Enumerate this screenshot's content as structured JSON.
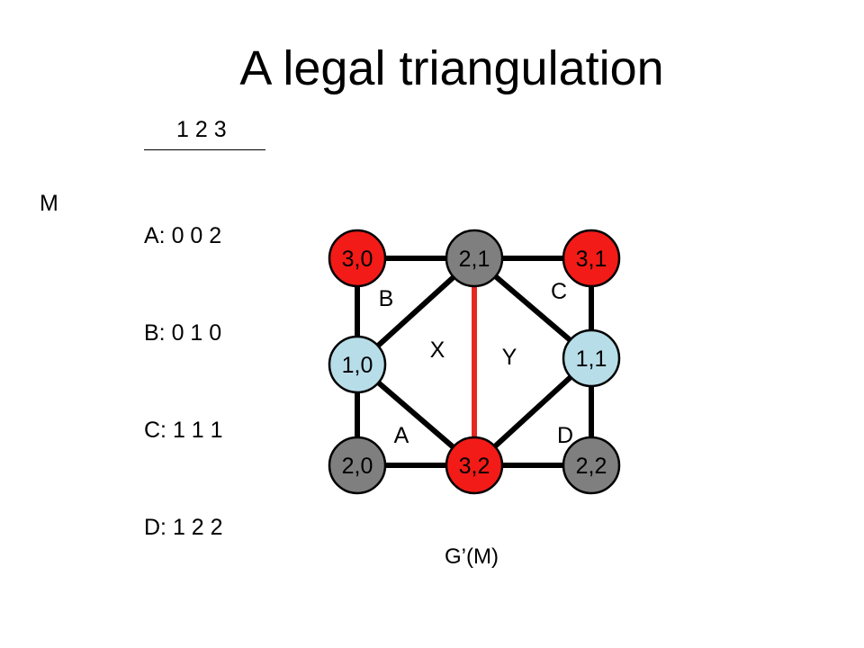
{
  "title": "A legal triangulation",
  "matrix": {
    "name": "M",
    "header": "1 2 3",
    "rows": [
      "A: 0 0 2",
      "B: 0 1 0",
      "C: 1 1 1",
      "D: 1 2 2"
    ]
  },
  "graph": {
    "caption": "G’(M)",
    "nodes": [
      {
        "id": "n30",
        "label": "3,0",
        "color": "#f21b17"
      },
      {
        "id": "n21",
        "label": "2,1",
        "color": "#7f7f7f"
      },
      {
        "id": "n31",
        "label": "3,1",
        "color": "#f21b17"
      },
      {
        "id": "n10",
        "label": "1,0",
        "color": "#b7dde8"
      },
      {
        "id": "n11",
        "label": "1,1",
        "color": "#b7dde8"
      },
      {
        "id": "n20",
        "label": "2,0",
        "color": "#7f7f7f"
      },
      {
        "id": "n32",
        "label": "3,2",
        "color": "#f21b17"
      },
      {
        "id": "n22",
        "label": "2,2",
        "color": "#7f7f7f"
      }
    ],
    "edges": [
      {
        "from": "n30",
        "to": "n21",
        "color": "#000000"
      },
      {
        "from": "n21",
        "to": "n31",
        "color": "#000000"
      },
      {
        "from": "n30",
        "to": "n10",
        "color": "#000000"
      },
      {
        "from": "n10",
        "to": "n20",
        "color": "#000000"
      },
      {
        "from": "n20",
        "to": "n32",
        "color": "#000000"
      },
      {
        "from": "n32",
        "to": "n22",
        "color": "#000000"
      },
      {
        "from": "n31",
        "to": "n11",
        "color": "#000000"
      },
      {
        "from": "n11",
        "to": "n22",
        "color": "#000000"
      },
      {
        "from": "n21",
        "to": "n10",
        "color": "#000000"
      },
      {
        "from": "n10",
        "to": "n32",
        "color": "#000000"
      },
      {
        "from": "n21",
        "to": "n11",
        "color": "#000000"
      },
      {
        "from": "n11",
        "to": "n32",
        "color": "#000000"
      },
      {
        "from": "n21",
        "to": "n32",
        "color": "#e32a22"
      }
    ],
    "region_labels": [
      "B",
      "C",
      "X",
      "Y",
      "A",
      "D"
    ]
  }
}
